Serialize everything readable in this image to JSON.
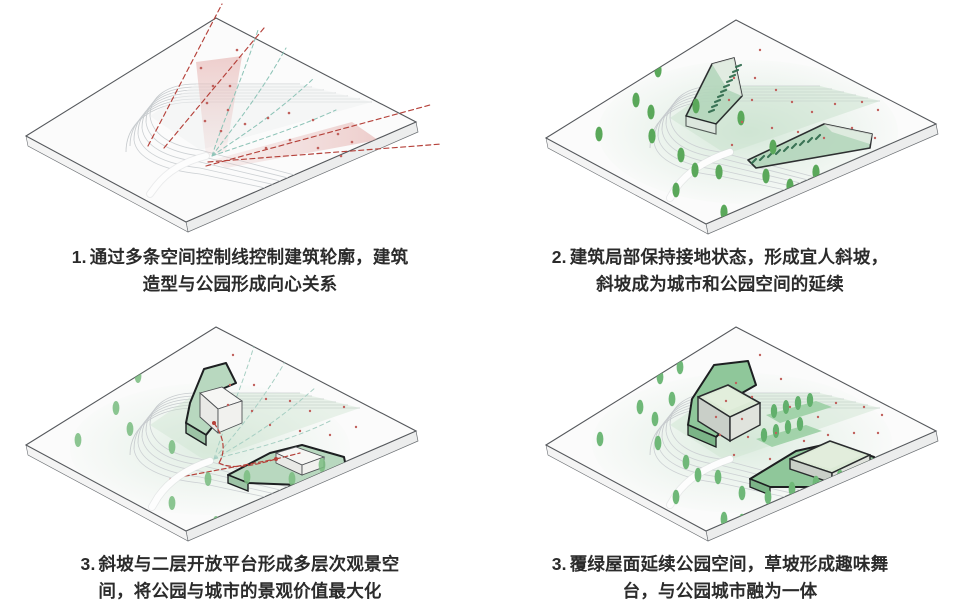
{
  "document": {
    "type": "architectural-concept-diagram",
    "panel_count": 4,
    "background_color": "#ffffff",
    "text_color": "#2b2b2b"
  },
  "palette": {
    "site_plane_fill": "#fbfbfb",
    "site_plane_edge": "#55585c",
    "contour_line": "#c9cdd0",
    "control_line_red": "#b5413a",
    "control_line_green": "#8fc4b8",
    "wedge_pink": "#e8b9b7",
    "green_surface": "#b9d7bf",
    "green_roof": "#d6e6d2",
    "tree_green": "#5aa85a",
    "building_outline": "#1d1f21",
    "building_white": "#f3f3f1",
    "path_white": "#fdfdfd",
    "dot_red": "#c0605c"
  },
  "panels": [
    {
      "id": "panel-1",
      "number": "1.",
      "caption_lines": [
        "通过多条空间控制线控制建筑轮廓，建筑",
        "造型与公园形成向心关系"
      ],
      "scene_name": "control-lines-diagram",
      "elements": [
        "site-plane",
        "contour-lines",
        "pedestrian-path",
        "red-control-lines",
        "green-control-lines",
        "pink-view-wedges",
        "red-marker-dots"
      ]
    },
    {
      "id": "panel-2",
      "number": "2.",
      "caption_lines": [
        "建筑局部保持接地状态，形成宜人斜坡，",
        "斜坡成为城市和公园空间的延续"
      ],
      "scene_name": "grounded-slope-diagram",
      "elements": [
        "site-plane",
        "contour-lines",
        "pedestrian-path",
        "green-slope-wedge-north",
        "green-slope-wedge-east",
        "stair-tread-dashes",
        "trees",
        "green-haze-field",
        "red-marker-dots"
      ]
    },
    {
      "id": "panel-3",
      "number": "3.",
      "caption_lines": [
        "斜坡与二层开放平台形成多层次观景空",
        "间，将公园与城市的景观价值最大化"
      ],
      "scene_name": "terrace-viewing-diagram",
      "elements": [
        "site-plane",
        "contour-lines",
        "pedestrian-path",
        "massing-volume-north",
        "massing-volume-east",
        "green-platform-north",
        "green-platform-east",
        "red-sight-lines",
        "green-control-lines",
        "trees",
        "red-marker-dots"
      ]
    },
    {
      "id": "panel-4",
      "number": "3.",
      "caption_lines": [
        "覆绿屋面延续公园空间，草坡形成趣味舞",
        "台，与公园城市融为一体"
      ],
      "scene_name": "green-roof-diagram",
      "elements": [
        "site-plane",
        "contour-lines",
        "pedestrian-path",
        "green-roof-building-north",
        "green-roof-building-east",
        "tree-rows",
        "trees",
        "green-haze-field",
        "red-marker-dots"
      ]
    }
  ]
}
